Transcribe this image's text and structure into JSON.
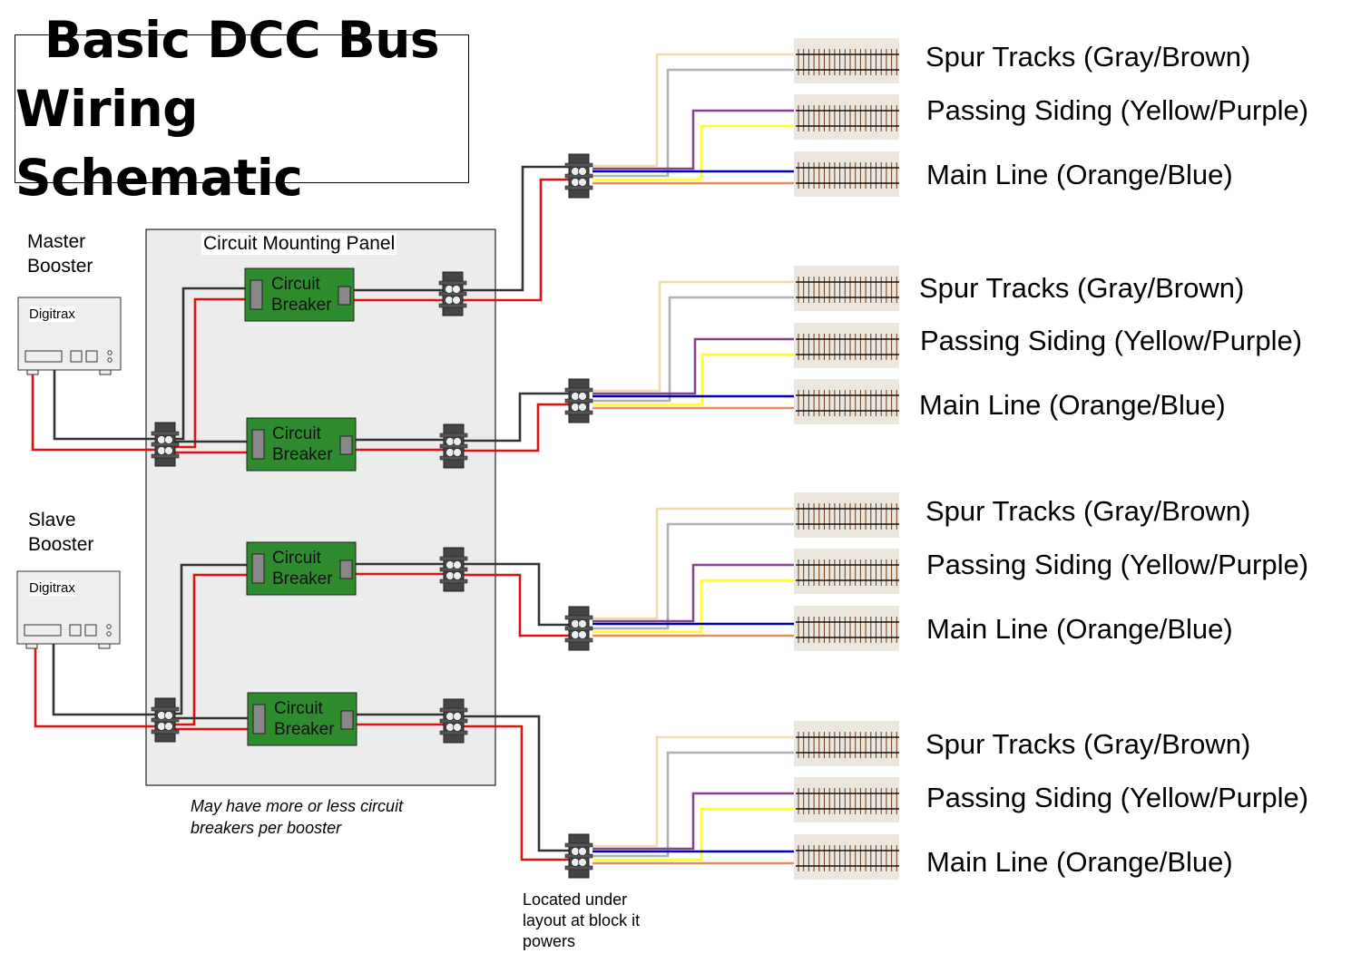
{
  "title": {
    "line1": "Basic DCC Bus",
    "line2": "Wiring Schematic"
  },
  "boosters": [
    {
      "label_line1": "Master",
      "label_line2": "Booster",
      "brand": "Digitrax"
    },
    {
      "label_line1": "Slave",
      "label_line2": "Booster",
      "brand": "Digitrax"
    }
  ],
  "panel": {
    "title": "Circuit Mounting Panel"
  },
  "breakers": [
    {
      "line1": "Circuit",
      "line2": "Breaker"
    },
    {
      "line1": "Circuit",
      "line2": "Breaker"
    },
    {
      "line1": "Circuit",
      "line2": "Breaker"
    },
    {
      "line1": "Circuit",
      "line2": "Breaker"
    }
  ],
  "blocks": [
    {
      "tracks": [
        {
          "label": "Spur Tracks  (Gray/Brown)"
        },
        {
          "label": "Passing Siding  (Yellow/Purple)"
        },
        {
          "label": "Main Line  (Orange/Blue)"
        }
      ]
    },
    {
      "tracks": [
        {
          "label": "Spur Tracks  (Gray/Brown)"
        },
        {
          "label": "Passing Siding  (Yellow/Purple)"
        },
        {
          "label": "Main Line  (Orange/Blue)"
        }
      ]
    },
    {
      "tracks": [
        {
          "label": "Spur Tracks  (Gray/Brown)"
        },
        {
          "label": "Passing Siding  (Yellow/Purple)"
        },
        {
          "label": "Main Line  (Orange/Blue)"
        }
      ]
    },
    {
      "tracks": [
        {
          "label": "Spur Tracks  (Gray/Brown)"
        },
        {
          "label": "Passing Siding  (Yellow/Purple)"
        },
        {
          "label": "Main Line  (Orange/Blue)"
        }
      ]
    }
  ],
  "notes": {
    "panel_note_line1": "May have more or less circuit",
    "panel_note_line2": "breakers per booster",
    "terminal_note_line1": "Located under",
    "terminal_note_line2": "layout at block it",
    "terminal_note_line3": "powers"
  },
  "colors": {
    "bus_black": "#333333",
    "bus_red": "#dd1111",
    "spur_tan": "#eedcb0",
    "spur_gray": "#b0b0b8",
    "siding_purple": "#884488",
    "siding_yellow": "#ffff22",
    "main_blue": "#0000aa",
    "main_orange": "#e88a5a",
    "breaker_green": "#2e8b2e",
    "panel_gray": "#ececec",
    "track_bed": "#ebe7de",
    "tie_brown": "#6b3a14"
  }
}
